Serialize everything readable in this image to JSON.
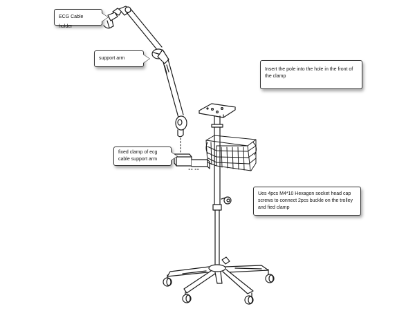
{
  "callouts": {
    "ecg_cable_holder": "ECG Cable holder",
    "support_arm": "support arm",
    "fixed_clamp": "fixed clamp of ecg cable support arm",
    "insert_pole": "Insert the pole into the hole in the front of the clamp",
    "use_screws": "Ues 4pcs M4*10 Hexagon socket head cap screws to connect 2pcs buckle on the trolley and fied clamp"
  },
  "colors": {
    "line": "#1a1a1a",
    "fill": "#ffffff",
    "shadow": "#555555"
  }
}
